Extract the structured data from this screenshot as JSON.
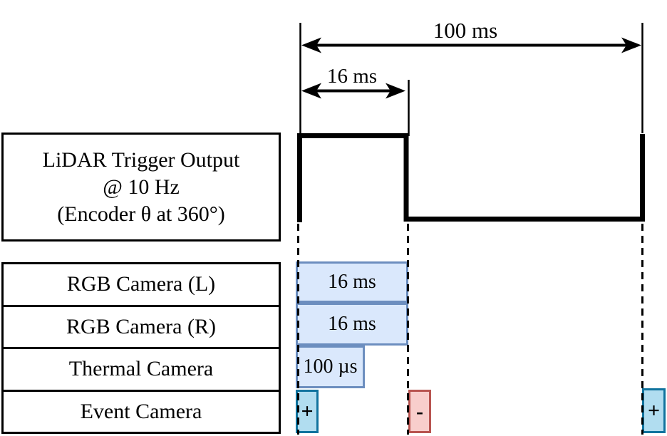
{
  "lidar_box": {
    "line1": "LiDAR Trigger Output",
    "line2": "@ 10 Hz",
    "line3": "(Encoder θ at 360°)"
  },
  "sensor_rows": [
    {
      "label": "RGB Camera (L)"
    },
    {
      "label": "RGB Camera (R)"
    },
    {
      "label": "Thermal Camera"
    },
    {
      "label": "Event Camera"
    }
  ],
  "timing": {
    "period_label": "100 ms",
    "pulse_width_label": "16 ms",
    "rgb_left_exposure": "16 ms",
    "rgb_right_exposure": "16 ms",
    "thermal_exposure": "100 µs",
    "event_rising_polarity": "+",
    "event_falling_polarity": "-",
    "event_next_rising_polarity": "+",
    "trigger_rate": "10 Hz"
  },
  "colors": {
    "exposure_fill": "#dae8fc",
    "exposure_stroke": "#6c8ebf",
    "event_positive_fill": "#b1ddf0",
    "event_positive_stroke": "#10739e",
    "event_negative_fill": "#f8cecc",
    "event_negative_stroke": "#b85450",
    "signal": "#000000"
  }
}
